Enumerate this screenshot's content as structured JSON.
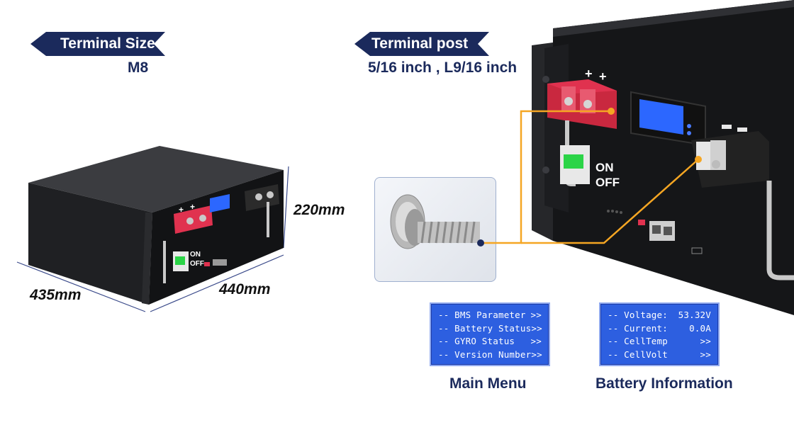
{
  "terminal_size": {
    "title": "Terminal Size",
    "value": "M8"
  },
  "terminal_post": {
    "title": "Terminal post",
    "value": "5/16 inch , L9/16 inch"
  },
  "dimensions": {
    "height": "220mm",
    "depth": "435mm",
    "width": "440mm"
  },
  "main_menu": {
    "caption": "Main Menu",
    "rows": [
      {
        "label": "-- BMS Parameter",
        "value": ">>"
      },
      {
        "label": "-- Battery Status",
        "value": ">>"
      },
      {
        "label": "-- GYRO Status",
        "value": ">>"
      },
      {
        "label": "-- Version Number",
        "value": ">>"
      }
    ]
  },
  "battery_info": {
    "caption": "Battery Information",
    "rows": [
      {
        "label": "-- Voltage:",
        "value": "53.32V"
      },
      {
        "label": "-- Current:",
        "value": "0.0A"
      },
      {
        "label": "-- CellTemp",
        "value": ">>"
      },
      {
        "label": "-- CellVolt",
        "value": ">>"
      }
    ]
  },
  "battery_labels": {
    "plus": "+",
    "on": "ON",
    "off": "OFF"
  },
  "colors": {
    "navy": "#1b2a5c",
    "lcd_blue": "#2d5fe0",
    "leader_orange": "#f5a623",
    "terminal_red": "#e0324f",
    "switch_green": "#2bd447"
  }
}
